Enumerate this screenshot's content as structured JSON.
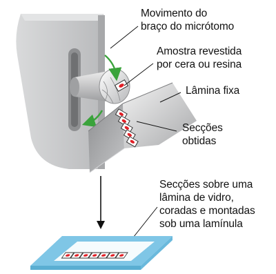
{
  "labels": {
    "arm_movement": [
      "Movimento do",
      "braço do micrótomo"
    ],
    "sample": [
      "Amostra revestida",
      "por cera ou resina"
    ],
    "blade": [
      "Lâmina fixa"
    ],
    "sections": [
      "Secções",
      "obtidas"
    ],
    "slide": [
      "Secções sobre uma",
      "lâmina de vidro,",
      "coradas e montadas",
      "sob uma lamínula"
    ]
  },
  "colors": {
    "block": "#c7c8ca",
    "arrow": "#3aa33b",
    "specimen": "#e11f26",
    "glass": "#8fd3ee",
    "coverslip": "#ffffff"
  }
}
